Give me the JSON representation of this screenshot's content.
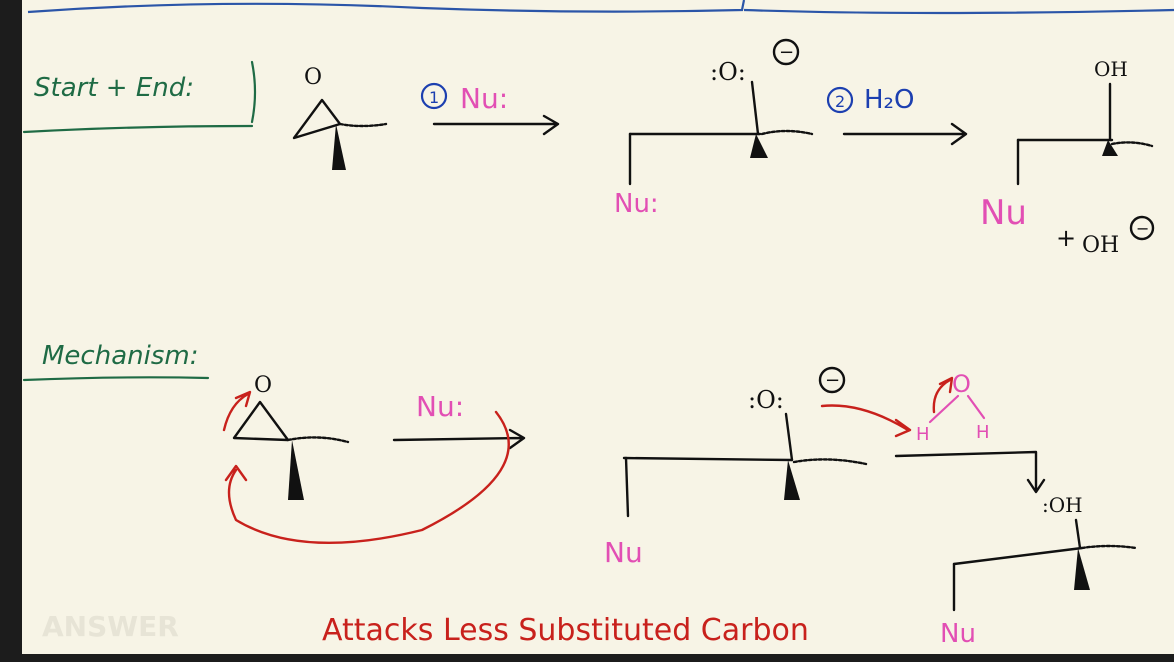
{
  "sections": {
    "start_end_label": "Start + End:",
    "mechanism_label": "Mechanism:"
  },
  "reaction": {
    "step1_label": "1",
    "step1_reagent": "Nu:",
    "step2_label": "2",
    "step2_reagent": "H₂O",
    "intermediate_oxygen": ":O:",
    "intermediate_charge": "−",
    "intermediate_nu": "Nu:",
    "product_oh": "OH",
    "product_nu": "Nu",
    "byproduct_plus": "+",
    "byproduct": "OH",
    "byproduct_charge": "−"
  },
  "mechanism": {
    "epoxide_o": "O",
    "nucleophile": "Nu:",
    "alkoxide_o": ":O:",
    "alkoxide_charge": "−",
    "water_o": "O",
    "water_h1": "H",
    "water_h2": "H",
    "attached_nu": "Nu",
    "final_oh": ":OH",
    "final_nu": "Nu"
  },
  "footer": {
    "conclusion": "Attacks Less Substituted Carbon",
    "watermark": "ANSWER"
  },
  "colors": {
    "background": "#f7f4e6",
    "frame": "#1c1c1c",
    "top_rule": "#2b55a8",
    "black_ink": "#111111",
    "green_ink": "#1f6b45",
    "blue_ink": "#1c3fb0",
    "red_ink": "#c8211c",
    "pink_ink": "#e24fb4"
  }
}
